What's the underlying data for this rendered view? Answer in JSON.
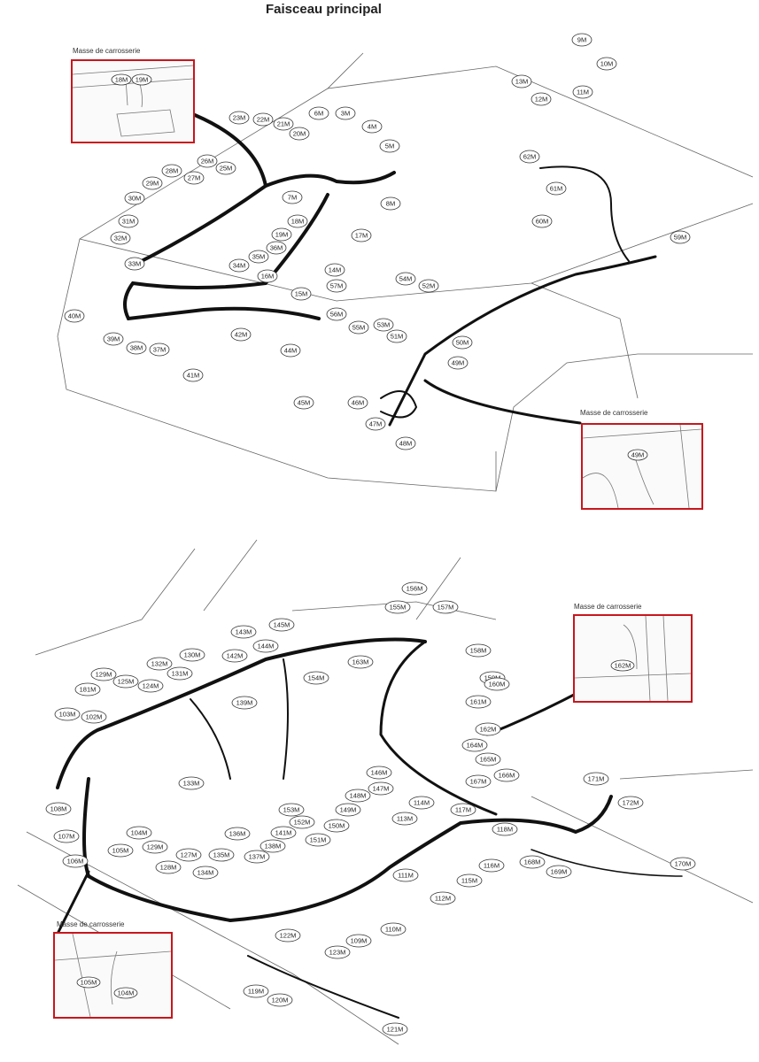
{
  "title": "Faisceau principal",
  "insets": {
    "top_left": {
      "label": "Masse de carrosserie",
      "connectors": [
        "18M",
        "19M"
      ]
    },
    "top_right": {
      "label": "Masse de carrosserie",
      "connectors": [
        "49M"
      ]
    },
    "bottom_right": {
      "label": "Masse de carrosserie",
      "connectors": [
        "162M"
      ]
    },
    "bottom_left": {
      "label": "Masse de carrosserie",
      "connectors": [
        "105M",
        "104M"
      ]
    }
  },
  "top_connectors": [
    "9M",
    "10M",
    "13M",
    "12M",
    "11M",
    "23M",
    "22M",
    "21M",
    "20M",
    "6M",
    "3M",
    "4M",
    "5M",
    "8M",
    "7M",
    "18M",
    "19M",
    "36M",
    "17M",
    "35M",
    "34M",
    "16M",
    "15M",
    "14M",
    "57M",
    "56M",
    "55M",
    "53M",
    "51M",
    "54M",
    "52M",
    "50M",
    "49M",
    "46M",
    "47M",
    "48M",
    "45M",
    "44M",
    "42M",
    "41M",
    "37M",
    "38M",
    "39M",
    "40M",
    "33M",
    "32M",
    "31M",
    "30M",
    "29M",
    "28M",
    "27M",
    "26M",
    "25M",
    "62M",
    "61M",
    "60M",
    "59M"
  ],
  "bottom_connectors": [
    "156M",
    "155M",
    "157M",
    "158M",
    "159M",
    "160M",
    "161M",
    "162M",
    "163M",
    "164M",
    "165M",
    "166M",
    "167M",
    "154M",
    "145M",
    "143M",
    "144M",
    "142M",
    "130M",
    "132M",
    "131M",
    "139M",
    "129M",
    "125M",
    "124M",
    "181M",
    "103M",
    "102M",
    "108M",
    "107M",
    "106M",
    "105M",
    "104M",
    "129M",
    "128M",
    "127M",
    "134M",
    "135M",
    "136M",
    "137M",
    "138M",
    "141M",
    "153M",
    "152M",
    "151M",
    "150M",
    "149M",
    "148M",
    "147M",
    "146M",
    "113M",
    "114M",
    "117M",
    "118M",
    "116M",
    "115M",
    "111M",
    "112M",
    "110M",
    "109M",
    "123M",
    "122M",
    "119M",
    "120M",
    "121M",
    "168M",
    "169M",
    "170M",
    "171M",
    "172M",
    "133M"
  ],
  "colors": {
    "inset_border": "#c8161d",
    "wire": "#111111",
    "outline": "#555555"
  }
}
